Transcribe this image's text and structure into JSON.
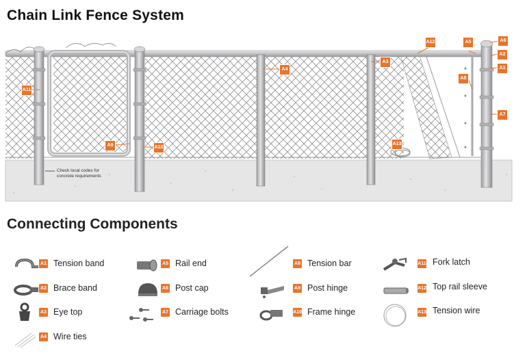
{
  "title": "Chain Link Fence System",
  "section_title": "Connecting Components",
  "note": [
    "Check local codes for",
    "concrete requirements"
  ],
  "colors": {
    "accent": "#e8742c",
    "metal": "#c9c9cb",
    "ground": "#e6e6e6"
  },
  "callouts": [
    {
      "code": "A11"
    },
    {
      "code": "A9"
    },
    {
      "code": "A10"
    },
    {
      "code": "A4"
    },
    {
      "code": "A3"
    },
    {
      "code": "A12"
    },
    {
      "code": "A5"
    },
    {
      "code": "A6"
    },
    {
      "code": "A2"
    },
    {
      "code": "A1"
    },
    {
      "code": "A8"
    },
    {
      "code": "A7"
    },
    {
      "code": "A13"
    }
  ],
  "components": [
    {
      "code": "A1",
      "label": "Tension band",
      "icon": "tension-band-icon"
    },
    {
      "code": "A2",
      "label": "Brace band",
      "icon": "brace-band-icon"
    },
    {
      "code": "A3",
      "label": "Eye top",
      "icon": "eye-top-icon"
    },
    {
      "code": "A4",
      "label": "Wire ties",
      "icon": "wire-ties-icon"
    },
    {
      "code": "A5",
      "label": "Rail end",
      "icon": "rail-end-icon"
    },
    {
      "code": "A6",
      "label": "Post cap",
      "icon": "post-cap-icon"
    },
    {
      "code": "A7",
      "label": "Carriage bolts",
      "icon": "carriage-bolts-icon"
    },
    {
      "code": "A8",
      "label": "Tension bar",
      "icon": "tension-bar-icon"
    },
    {
      "code": "A9",
      "label": "Post hinge",
      "icon": "post-hinge-icon"
    },
    {
      "code": "A10",
      "label": "Frame hinge",
      "icon": "frame-hinge-icon"
    },
    {
      "code": "A11",
      "label": "Fork latch",
      "icon": "fork-latch-icon"
    },
    {
      "code": "A12",
      "label": "Top rail sleeve",
      "icon": "top-rail-sleeve-icon"
    },
    {
      "code": "A13",
      "label": "Tension wire",
      "icon": "tension-wire-icon"
    }
  ]
}
